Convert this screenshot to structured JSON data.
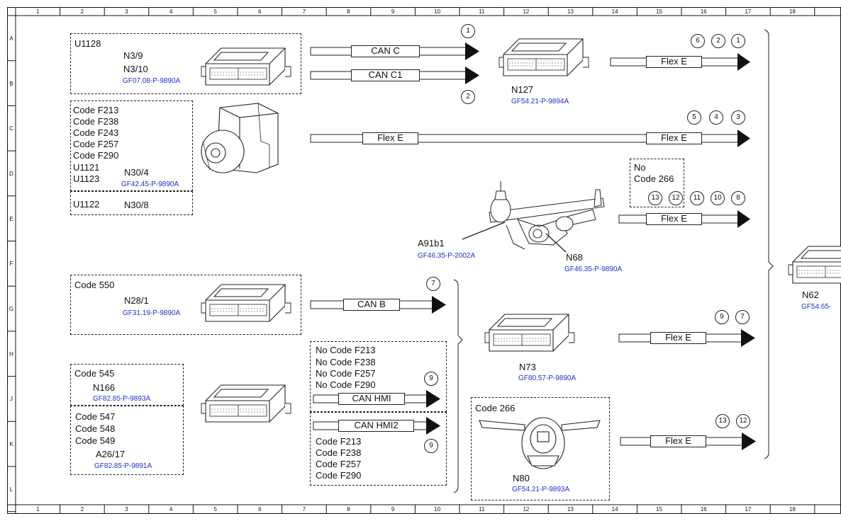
{
  "grid": {
    "columns": [
      "1",
      "2",
      "3",
      "4",
      "5",
      "6",
      "7",
      "8",
      "9",
      "10",
      "11",
      "12",
      "13",
      "14",
      "15",
      "16",
      "17",
      "18"
    ],
    "rows": [
      "A",
      "B",
      "C",
      "D",
      "E",
      "F",
      "G",
      "H",
      "J",
      "K",
      "L"
    ]
  },
  "components": {
    "u1128_block": {
      "code": "U1128",
      "name1": "N3/9",
      "name2": "N3/10",
      "ref": "GF07.08-P-9890A"
    },
    "n304_block": {
      "codes": [
        "Code F213",
        "Code F238",
        "Code F243",
        "Code F257",
        "Code F290",
        "U1121",
        "U1123"
      ],
      "name": "N30/4",
      "ref": "GF42.45-P-9890A",
      "lower_code": "U1122",
      "lower_name": "N30/8"
    },
    "n127": {
      "name": "N127",
      "ref": "GF54.21-P-9894A"
    },
    "no_code_266": {
      "line1": "No",
      "line2": "Code 266"
    },
    "a91b1": {
      "name": "A91b1",
      "ref": "GF46.35-P-2002A"
    },
    "n68": {
      "name": "N68",
      "ref": "GF46.35-P-9890A"
    },
    "n28_block": {
      "code": "Code 550",
      "name": "N28/1",
      "ref": "GF31.19-P-9890A"
    },
    "n166_block": {
      "code": "Code 545",
      "name": "N166",
      "ref": "GF82.85-P-9893A"
    },
    "a2617_block": {
      "codes": [
        "Code 547",
        "Code 548",
        "Code 549"
      ],
      "name": "A26/17",
      "ref": "GF82.85-P-9891A"
    },
    "hmi_top_block": {
      "codes": [
        "No Code F213",
        "No Code F238",
        "No Code F257",
        "No Code F290"
      ]
    },
    "hmi_bottom_block": {
      "codes": [
        "Code F213",
        "Code F238",
        "Code F257",
        "Code F290"
      ]
    },
    "n73": {
      "name": "N73",
      "ref": "GF80.57-P-9890A"
    },
    "n80_block": {
      "code": "Code 266",
      "name": "N80",
      "ref": "GF54.21-P-9893A"
    },
    "n62": {
      "name": "N62",
      "ref": "GF54.65-"
    }
  },
  "buses": {
    "can_c": "CAN C",
    "can_c1": "CAN C1",
    "flex_e": "Flex E",
    "can_b": "CAN B",
    "can_hmi": "CAN HMI",
    "can_hmi2": "CAN HMI2"
  },
  "markers": {
    "can_c_top": "1",
    "can_c1_bottom": "2",
    "n127_out": [
      "6",
      "2",
      "1"
    ],
    "n304_out": [
      "5",
      "4",
      "3"
    ],
    "steering_out": [
      "13",
      "12",
      "11",
      "10",
      "8"
    ],
    "can_b_out": "7",
    "can_hmi_out": "9",
    "can_hmi2_out": "9",
    "n73_out": [
      "9",
      "7"
    ],
    "n80_out": [
      "13",
      "12"
    ]
  }
}
